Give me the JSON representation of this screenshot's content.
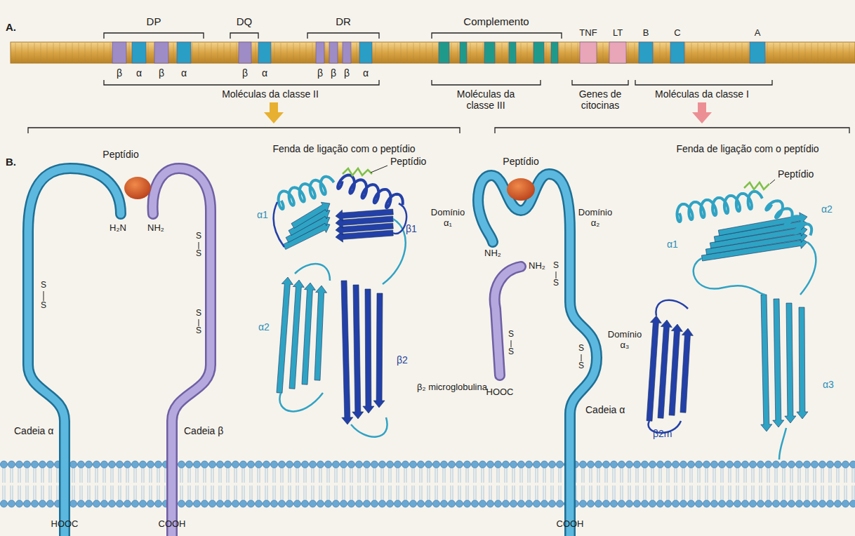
{
  "diagram": {
    "labels": [
      "A.",
      "DP",
      "DQ",
      "DR",
      "Complemento",
      "TNF",
      "LT",
      "B",
      "C",
      "A",
      "β",
      "α",
      "β",
      "α",
      "β",
      "α",
      "β",
      "β",
      "β",
      "α",
      "Moléculas da classe II",
      "Moléculas da classe III",
      "Genes de citocinas",
      "Moléculas da classe I",
      "B.",
      "Fenda de ligação com o peptídio",
      "Peptídio",
      "β1",
      "α1",
      "α2",
      "β2",
      "Peptídio",
      "H₂N",
      "NH₂",
      "S",
      "S",
      "S",
      "S",
      "S",
      "S",
      "Cadeia α",
      "Cadeia β",
      "HOOC",
      "COOH",
      "Peptídio",
      "Domínio α₁",
      "Domínio α₂",
      "NH₂",
      "NH₂",
      "β₂ microglobulina",
      "HOOC",
      "S",
      "S",
      "S",
      "S",
      "S",
      "S",
      "Domínio α₃",
      "Cadeia α",
      "COOH",
      "Fenda de ligação com o peptídio",
      "Peptídio",
      "α2",
      "α1",
      "β2m",
      "α3"
    ]
  }
}
